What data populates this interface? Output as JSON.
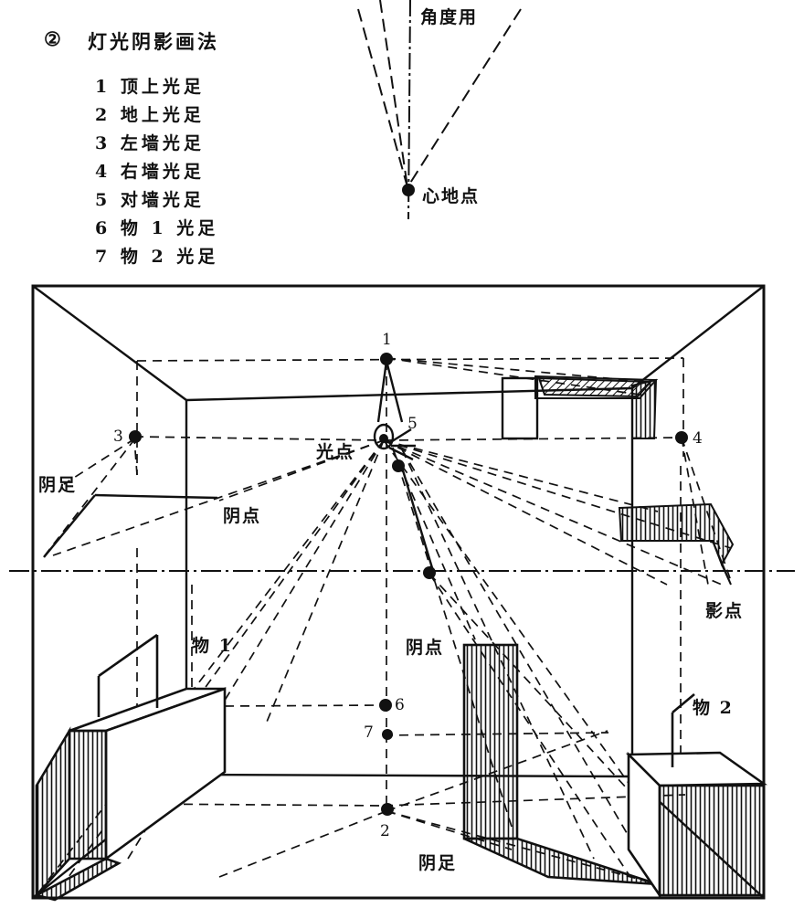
{
  "diagram": {
    "circle_number": "②",
    "title": "灯光阴影画法",
    "legend": [
      "1 顶上光足",
      "2 地上光足",
      "3 左墙光足",
      "4 右墙光足",
      "5 对墙光足",
      "6 物 1 光足",
      "7 物 2 光足"
    ],
    "labels": {
      "angle_use": "角度用",
      "heart_ground_point": "心地点",
      "light_point": "光点",
      "shadow_foot_left": "阴足",
      "shadow_point_left": "阴点",
      "shadow_point_center": "阴点",
      "shadow_foot_bottom": "阴足",
      "shadow_image_point": "影点",
      "object_1": "物 1",
      "object_2": "物 2"
    },
    "points": {
      "p1": "1",
      "p2": "2",
      "p3": "3",
      "p4": "4",
      "p5": "5",
      "p6": "6",
      "p7": "7"
    }
  }
}
